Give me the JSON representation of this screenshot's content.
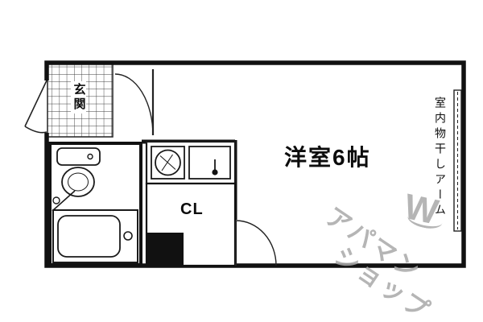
{
  "plan": {
    "entrance_label": "玄関",
    "main_room_label": "洋室6帖",
    "closet_label": "CL",
    "drying_arm_label": "室内物干しアーム"
  },
  "watermark": {
    "line1": "アパマン",
    "line2": "ショップ",
    "logo_letter": "W"
  },
  "colors": {
    "wall": "#111111",
    "fixture_line": "#222222",
    "background": "#ffffff",
    "watermark": "#a9a9a9"
  }
}
